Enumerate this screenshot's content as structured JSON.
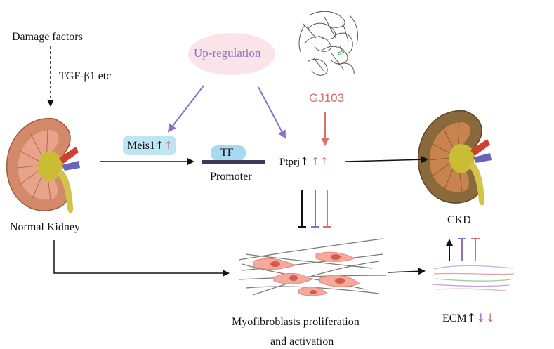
{
  "labels": {
    "damage_factors": "Damage factors",
    "tgf": "TGF-β1 etc",
    "normal_kidney": "Normal Kidney",
    "up_regulation": "Up-regulation",
    "gj103": "GJ103",
    "meis1": "Meis1",
    "tf": "TF",
    "promoter": "Promoter",
    "ptprj": "Ptprj",
    "ckd": "CKD",
    "myofibroblasts_line1": "Myofibroblasts proliferation",
    "myofibroblasts_line2": "and activation",
    "ecm": "ECM"
  },
  "colors": {
    "black": "#111111",
    "purple": "#8e6fc0",
    "red": "#d9706a",
    "up_regulation_bg": "#fbe3ea",
    "tf_bg": "#a7daf0",
    "meis_bg": "#bfe5f5",
    "promoter_bar": "#3d3a5e",
    "kidney_cortex": "#d38a6a",
    "kidney_medulla": "#c9bd35",
    "ckd_cortex": "#8a6a3a",
    "ureter": "#d4c34a",
    "vein": "#6a63b8",
    "artery": "#d0402e",
    "fibroblast": "#e57a68",
    "fiber": "#7a7a7a"
  },
  "icons": [
    "kidney-icon",
    "ckd-kidney-icon",
    "protein-structure-icon",
    "myofibroblast-network-icon",
    "ecm-fibers-icon"
  ]
}
